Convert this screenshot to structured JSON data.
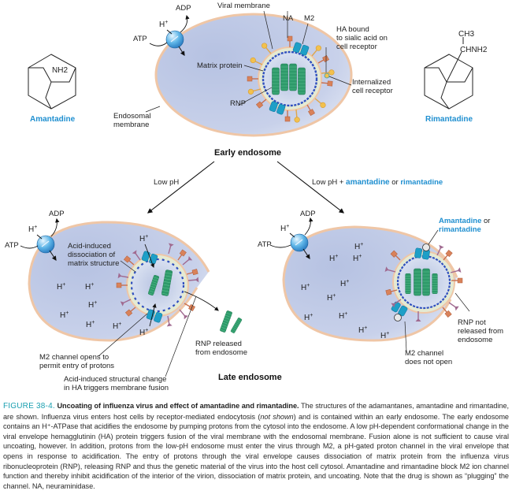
{
  "figure": {
    "structures": {
      "amantadine": {
        "name": "Amantadine",
        "group": "NH2"
      },
      "rimantadine": {
        "name": "Rimantadine",
        "group_top": "CH3",
        "group": "CHNH2"
      }
    },
    "early_endosome": {
      "title": "Early endosome",
      "labels": {
        "h_plus": "H+",
        "atp": "ATP",
        "adp": "ADP",
        "viral_membrane": "Viral membrane",
        "na": "NA",
        "m2": "M2",
        "ha_bound_1": "HA bound",
        "ha_bound_2": "to sialic acid on",
        "ha_bound_3": "cell receptor",
        "matrix_protein": "Matrix protein",
        "internalized_1": "Internalized",
        "internalized_2": "cell receptor",
        "rnp": "RNP",
        "endosomal_1": "Endosomal",
        "endosomal_2": "membrane"
      }
    },
    "arrows": {
      "left_label": "Low pH",
      "right_label_prefix": "Low pH + ",
      "right_drug1": "amantadine",
      "right_or": " or ",
      "right_drug2": "rimantadine"
    },
    "late_endosome": {
      "title": "Late endosome",
      "labels": {
        "h_plus": "H+",
        "atp": "ATP",
        "adp": "ADP",
        "acid_dissoc_1": "Acid-induced",
        "acid_dissoc_2": "dissociation of",
        "acid_dissoc_3": "matrix structure",
        "m2_opens_1": "M2 channel opens to",
        "m2_opens_2": "permit entry of protons",
        "ha_change_1": "Acid-induced structural change",
        "ha_change_2": "in HA triggers membrane fusion",
        "rnp_released_1": "RNP released",
        "rnp_released_2": "from endosome"
      }
    },
    "drug_endosome": {
      "labels": {
        "h_plus": "H+",
        "atp": "ATP",
        "adp": "ADP",
        "drug_1": "Amantadine",
        "drug_or": " or",
        "drug_2": "rimantadine",
        "rnp_not_1": "RNP not",
        "rnp_not_2": "released from",
        "rnp_not_3": "endosome",
        "m2_not_1": "M2 channel",
        "m2_not_2": "does not open"
      }
    },
    "colors": {
      "endosome_fill": "#c3cde6",
      "endosome_border": "#efc6a6",
      "viral_membrane": "#2f4fbf",
      "m2": "#1e9fc7",
      "rnp": "#2e9a6a",
      "ha_yellow": "#f2c14e",
      "na_orange": "#d9825a",
      "ha_purple": "#a06a90",
      "drug_blue": "#1f8fd0",
      "caption_id": "#1a9fb0"
    }
  },
  "caption": {
    "id": "FIGURE 38-4.",
    "title": "Uncoating of influenza virus and effect of amantadine and rimantadine.",
    "text_1": " The structures of the adamantanes, amantadine and rimantadine, are shown. Influenza virus enters host cells by receptor-mediated endocytosis (",
    "text_italic": "not shown",
    "text_2": ") and is contained within an early endosome. The early endosome contains an H⁺-ATPase that acidifies the endosome by pumping protons from the cytosol into the endosome. A low pH-dependent conformational change in the viral envelope hemagglutinin (HA) protein triggers fusion of the viral membrane with the endosomal membrane. Fusion alone is not sufficient to cause viral uncoating, however. In addition, protons from the low-pH endosome must enter the virus through M2, a pH-gated proton channel in the viral envelope that opens in response to acidification. The entry of protons through the viral envelope causes dissociation of matrix protein from the influenza virus ribonucleoprotein (RNP), releasing RNP and thus the genetic material of the virus into the host cell cytosol. Amantadine and rimantadine block M2 ion channel function and thereby inhibit acidification of the interior of the virion, dissociation of matrix protein, and uncoating. Note that the drug is shown as “plugging” the channel. NA, neuraminidase."
  }
}
